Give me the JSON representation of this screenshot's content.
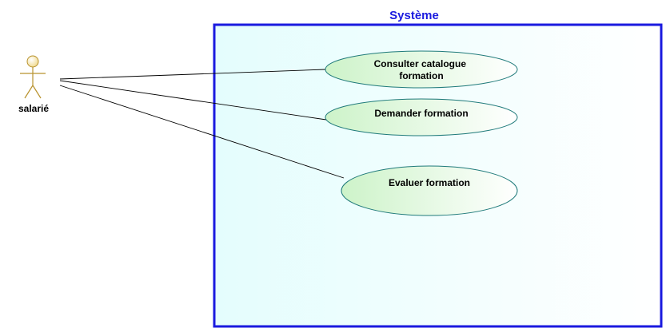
{
  "diagram": {
    "type": "uml-use-case",
    "system": {
      "title": "Système"
    },
    "actor": {
      "label": "salarié"
    },
    "use_cases": [
      {
        "lines": [
          "Consulter catalogue",
          "formation"
        ]
      },
      {
        "lines": [
          "Demander formation"
        ]
      },
      {
        "lines": [
          "Evaluer formation"
        ]
      }
    ],
    "associations": [
      {
        "from": "salarié",
        "to": "Consulter catalogue formation"
      },
      {
        "from": "salarié",
        "to": "Demander formation"
      },
      {
        "from": "salarié",
        "to": "Evaluer formation"
      }
    ]
  },
  "colors": {
    "system_border": "#1a1adf",
    "system_title": "#1a1adf",
    "system_fill_left": "#e4fdfd",
    "system_fill_right": "#ffffff",
    "usecase_fill_left": "#cdf3c9",
    "usecase_fill_right": "#ffffff",
    "usecase_border": "#1f7a7a",
    "actor_fill": "#f0d98c",
    "actor_stroke": "#b8922e",
    "association": "#000000",
    "text": "#000000"
  }
}
